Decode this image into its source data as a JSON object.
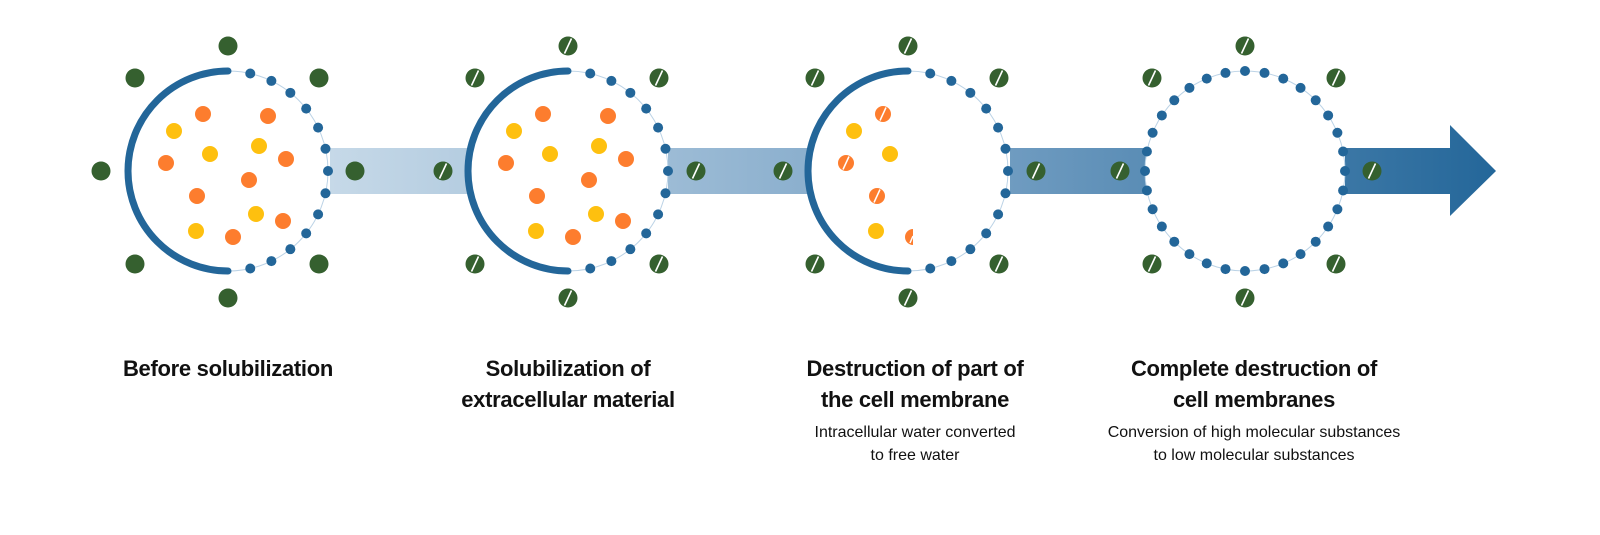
{
  "colors": {
    "membrane": "#236699",
    "molecule": "#35602f",
    "orange": "#fd7d2e",
    "yellow": "#fec00f",
    "bar_start": "#c3d7e6",
    "bar_end": "#236699"
  },
  "stages": [
    {
      "id": "before-solubilization",
      "title_lines": [
        "Before solubilization"
      ],
      "desc_lines": [],
      "membrane_state": "half-solid",
      "molecules_split": false,
      "particles_state": "intact"
    },
    {
      "id": "solubilization-extracellular",
      "title_lines": [
        "Solubilization of",
        "extracellular material"
      ],
      "desc_lines": [],
      "membrane_state": "half-solid",
      "molecules_split": true,
      "particles_state": "intact"
    },
    {
      "id": "partial-membrane-destruction",
      "title_lines": [
        "Destruction of part of",
        "the cell membrane"
      ],
      "desc_lines": [
        "Intracellular water converted",
        "to free water"
      ],
      "membrane_state": "half-solid",
      "molecules_split": true,
      "particles_state": "partial"
    },
    {
      "id": "complete-membrane-destruction",
      "title_lines": [
        "Complete destruction of",
        "cell membranes"
      ],
      "desc_lines": [
        "Conversion of high molecular substances",
        "to low molecular substances"
      ],
      "membrane_state": "all-dotted",
      "molecules_split": true,
      "particles_state": "none"
    }
  ],
  "legend_icons": [
    "cell-membrane-icon",
    "enzyme-molecule-icon",
    "orange-particle-icon",
    "yellow-particle-icon",
    "process-arrow-icon"
  ]
}
